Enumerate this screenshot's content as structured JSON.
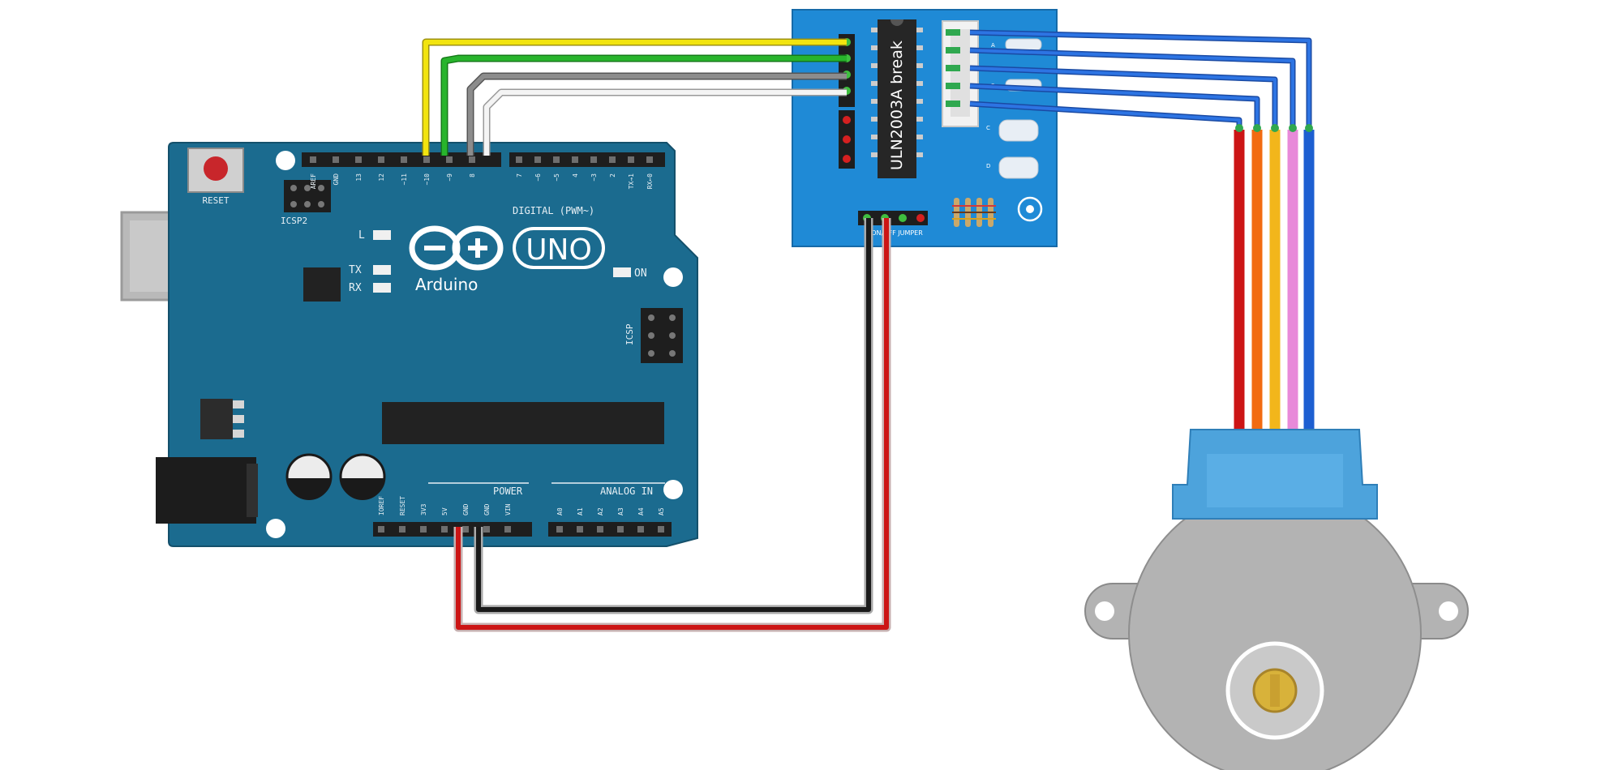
{
  "arduino": {
    "reset_label": "RESET",
    "icsp2_label": "ICSP2",
    "icsp_label": "ICSP",
    "uno_label": "UNO",
    "brand_label": "Arduino",
    "led_l_label": "L",
    "led_tx_label": "TX",
    "led_rx_label": "RX",
    "led_on_label": "ON",
    "digital_label": "DIGITAL (PWM~)",
    "power_label": "POWER",
    "analog_label": "ANALOG IN",
    "digital_pin_labels": [
      "AREF",
      "GND",
      "13",
      "12",
      "~11",
      "~10",
      "~9",
      "8",
      "7",
      "~6",
      "~5",
      "4",
      "~3",
      "2",
      "TX→1",
      "RX←0"
    ],
    "power_pin_labels": [
      "IOREF",
      "RESET",
      "3V3",
      "5V",
      "GND",
      "GND",
      "VIN"
    ],
    "analog_pin_labels": [
      "A0",
      "A1",
      "A2",
      "A3",
      "A4",
      "A5"
    ]
  },
  "driver": {
    "chip_label": "ULN2003A break",
    "jumper_label": "ON/OFF JUMPER",
    "led_labels": [
      "A",
      "B",
      "C",
      "D"
    ]
  },
  "colors": {
    "arduino_board": "#1b6b8f",
    "driver_board": "#1f8ad6",
    "motor_body": "#b3b3b3",
    "motor_cap": "#4da3dc",
    "wire_yellow": "#f2e40f",
    "wire_green": "#28b42c",
    "wire_grey": "#8c8c8c",
    "wire_white": "#f4f4f4",
    "wire_blue": "#1d5fd1",
    "wire_red": "#cc1515",
    "wire_orange": "#f26b11",
    "wire_gold": "#f2b61b",
    "wire_pink": "#e88ad9",
    "wire_black": "#1a1a1a"
  }
}
